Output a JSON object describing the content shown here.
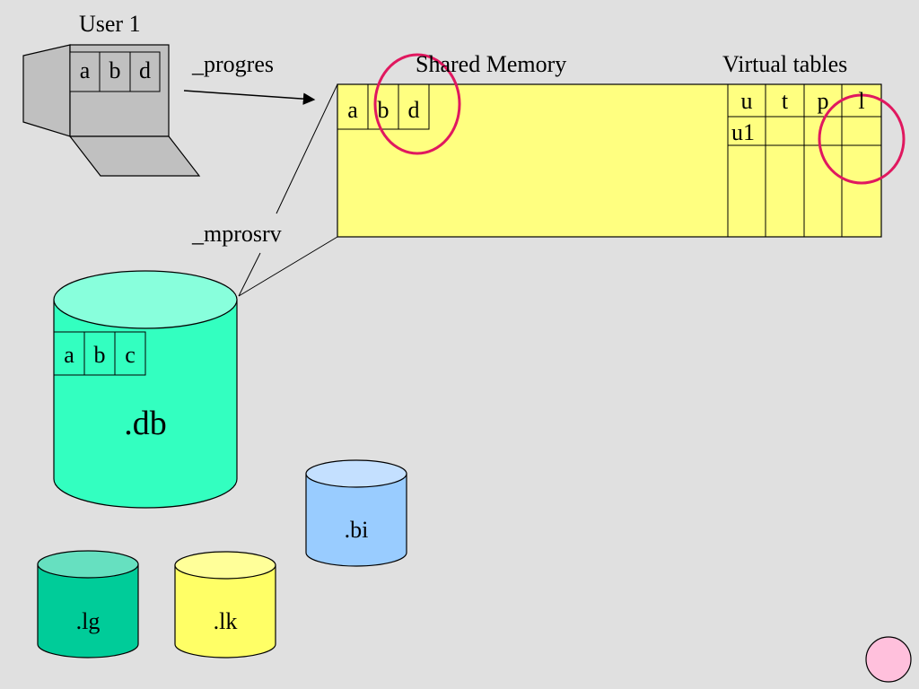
{
  "user": {
    "label": "User 1",
    "fields": [
      "a",
      "b",
      "d"
    ]
  },
  "connections": {
    "client_process": "_progres",
    "server_process": "_mprosrv"
  },
  "shared_memory": {
    "title": "Shared Memory",
    "fields": [
      "a",
      "b",
      "d"
    ],
    "virtual_tables": {
      "title": "Virtual tables",
      "headers": [
        "u",
        "t",
        "p",
        "l"
      ],
      "rows": [
        [
          "u1",
          "",
          "",
          ""
        ]
      ]
    }
  },
  "database": {
    "label": ".db",
    "fields": [
      "a",
      "b",
      "c"
    ]
  },
  "files": {
    "bi": ".bi",
    "lg": ".lg",
    "lk": ".lk"
  },
  "colors": {
    "shared_memory_fill": "#ffff80",
    "db_fill": "#33ffc0",
    "db_top": "#88ffdc",
    "bi_fill": "#99ccff",
    "lg_fill": "#00cc99",
    "lk_fill": "#ffff66",
    "highlight_ring": "#e0185f",
    "corner_circle": "#ffc0dc"
  }
}
